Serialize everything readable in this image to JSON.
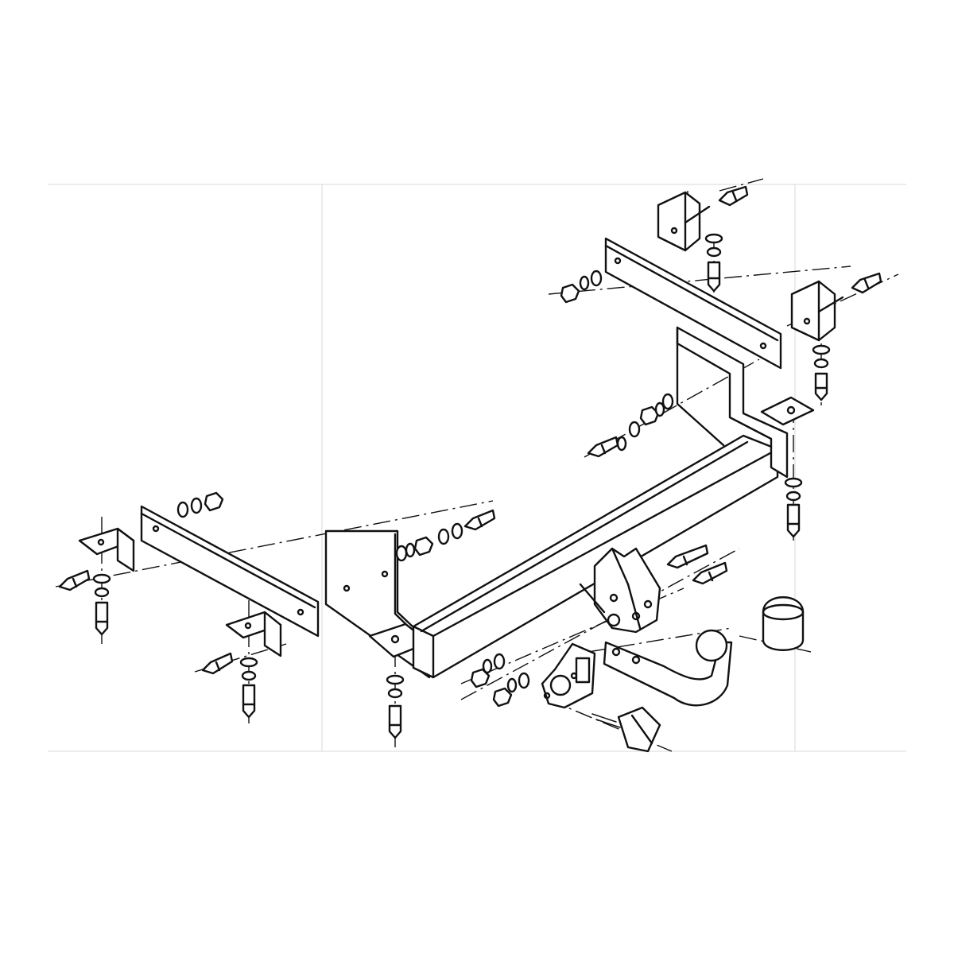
{
  "diagram": {
    "type": "exploded-assembly-drawing",
    "labels": [],
    "colors": {
      "ink": "#111111",
      "background": "#ffffff",
      "faint_grid": "#d9d9d9"
    },
    "parts": [
      "left-mounting-plate",
      "right-mounting-plate",
      "left-angle-bracket-front",
      "left-angle-bracket-rear",
      "right-angle-bracket-front",
      "right-angle-bracket-rear",
      "main-crossbar",
      "left-side-arm",
      "right-side-arm",
      "center-ball-mount-bracket",
      "tow-ball-neck",
      "ball-cap",
      "socket-plate",
      "electrical-socket-plug",
      "bolt-washer-nut-sets"
    ]
  }
}
